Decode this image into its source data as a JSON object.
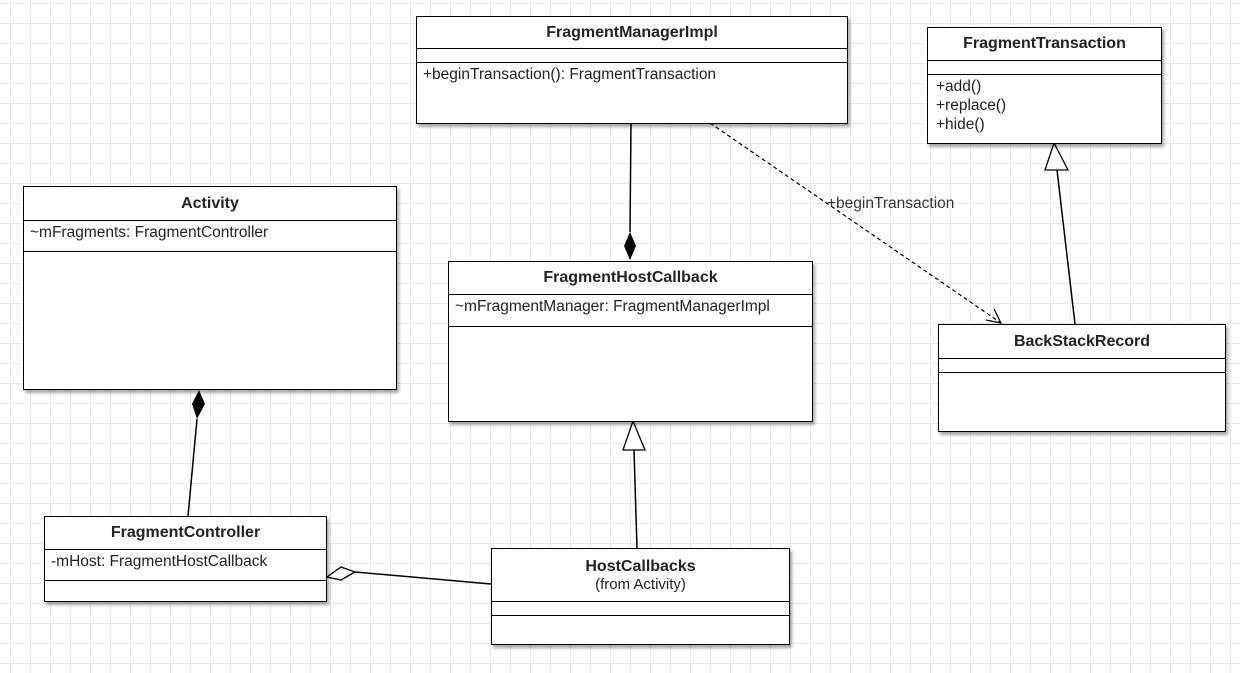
{
  "classes": {
    "fragment_manager_impl": {
      "name": "FragmentManagerImpl",
      "attributes": [],
      "methods": [
        "+beginTransaction(): FragmentTransaction"
      ]
    },
    "fragment_transaction": {
      "name": "FragmentTransaction",
      "attributes": [],
      "methods": [
        "+add()",
        "+replace()",
        "+hide()"
      ]
    },
    "activity": {
      "name": "Activity",
      "attributes": [
        "~mFragments: FragmentController"
      ],
      "methods": []
    },
    "fragment_host_callback": {
      "name": "FragmentHostCallback",
      "attributes": [
        "~mFragmentManager: FragmentManagerImpl"
      ],
      "methods": []
    },
    "back_stack_record": {
      "name": "BackStackRecord",
      "attributes": [],
      "methods": []
    },
    "fragment_controller": {
      "name": "FragmentController",
      "attributes": [
        "-mHost: FragmentHostCallback"
      ],
      "methods": []
    },
    "host_callbacks": {
      "name": "HostCallbacks",
      "subtitle": "(from Activity)",
      "attributes": [],
      "methods": []
    }
  },
  "relations": [
    {
      "type": "composition",
      "from": "FragmentManagerImpl",
      "to": "FragmentHostCallback"
    },
    {
      "type": "dependency",
      "from": "FragmentManagerImpl",
      "to": "BackStackRecord",
      "label": "+beginTransaction"
    },
    {
      "type": "generalization",
      "from": "BackStackRecord",
      "to": "FragmentTransaction"
    },
    {
      "type": "composition",
      "from": "FragmentController",
      "to": "Activity"
    },
    {
      "type": "generalization",
      "from": "HostCallbacks",
      "to": "FragmentHostCallback"
    },
    {
      "type": "aggregation",
      "from": "HostCallbacks",
      "to": "FragmentController"
    }
  ]
}
